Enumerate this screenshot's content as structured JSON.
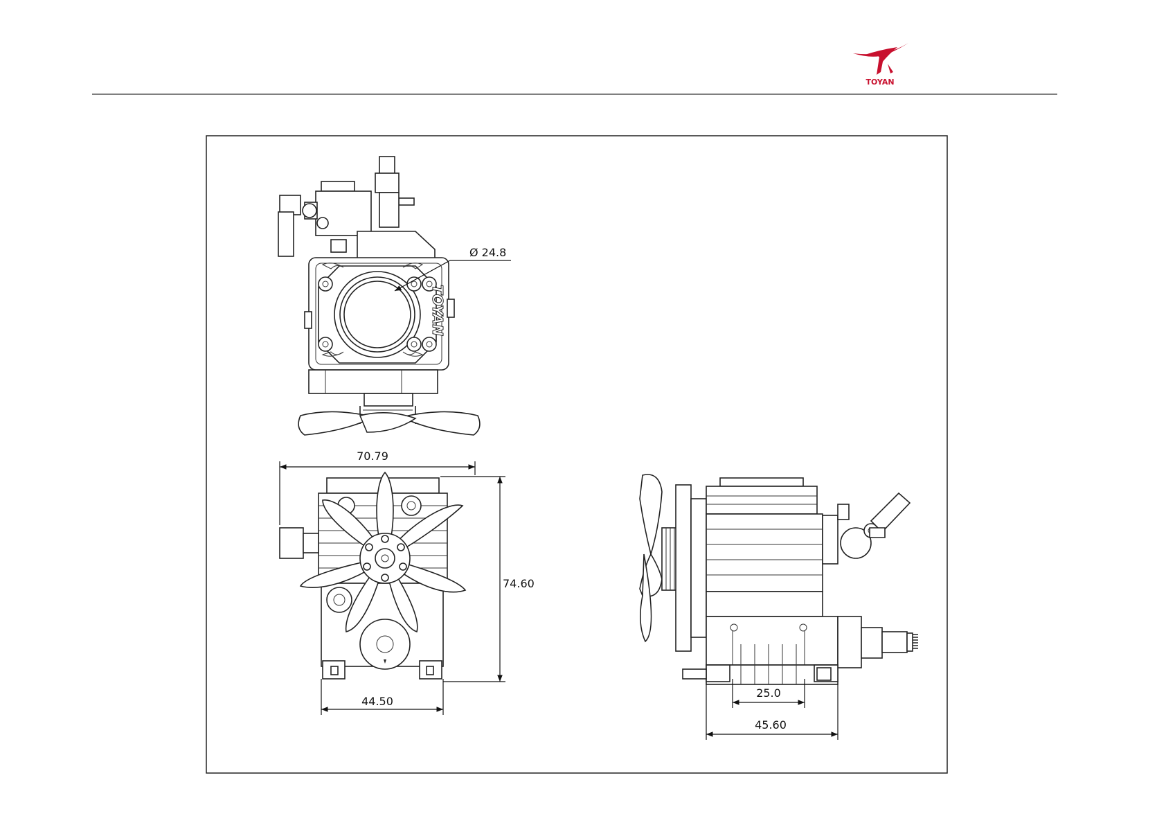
{
  "header": {
    "brand_text": "TOYAN",
    "brand_color": "#c8102e"
  },
  "drawing": {
    "top_view": {
      "diameter_label": "Ø 24.8",
      "engraving": "TOYAN"
    },
    "front_view": {
      "width_label": "70.79",
      "height_label": "74.60",
      "base_width_label": "44.50"
    },
    "side_view": {
      "mount_spacing_label": "25.0",
      "base_length_label": "45.60"
    }
  }
}
